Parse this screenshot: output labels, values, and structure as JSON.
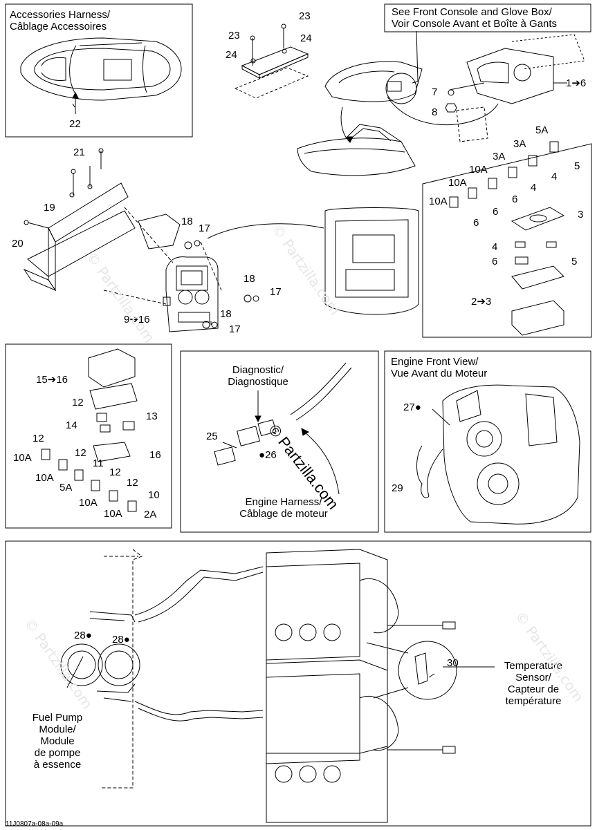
{
  "panels": {
    "accessories": {
      "title_line1": "Accessories Harness/",
      "title_line2": "Câblage Accessoires",
      "callout": "22"
    },
    "console": {
      "title_line1": "See Front Console and Glove Box/",
      "title_line2": "Voir Console Avant et Boîte à Gants"
    },
    "diagnostic": {
      "title_line1": "Diagnostic/",
      "title_line2": "Diagnostique",
      "harness_line1": "Engine Harness/",
      "harness_line2": "Câblage de moteur",
      "watermark": "© Partzilla.com"
    },
    "engine_front": {
      "title_line1": "Engine Front View/",
      "title_line2": "Vue Avant du Moteur"
    },
    "bottom": {
      "fuel_pump_lines": [
        "Fuel Pump",
        "Module/",
        "Module",
        "de pompe",
        "à essence"
      ],
      "temp_lines": [
        "Temperature",
        "Sensor/",
        "Capteur de",
        "température"
      ]
    }
  },
  "callouts": {
    "c23a": "23",
    "c24a": "24",
    "c23b": "23",
    "c24b": "24",
    "c7": "7",
    "c8": "8",
    "c1to6": "1➔6",
    "c21": "21",
    "c19": "19",
    "c20": "20",
    "c18a": "18",
    "c17a": "17",
    "c18b": "18",
    "c17b": "17",
    "c18c": "18",
    "c17c": "17",
    "c9to16": "9➔16",
    "r5A": "5A",
    "r5": "5",
    "r3A": "3A",
    "r4a": "4",
    "r10Aa": "10A",
    "r6a": "6",
    "r3Ab": "3A",
    "r4b": "4",
    "r10Ab": "10A",
    "r6b": "6",
    "r10Ac": "10A",
    "r6c": "6",
    "r3": "3",
    "r4c": "4",
    "r5b": "5",
    "r6d": "6",
    "r2to3": "2➔3",
    "l15to16": "15➔16",
    "l12a": "12",
    "l14": "14",
    "l13": "13",
    "l12b": "12",
    "l10Aa": "10A",
    "l12c": "12",
    "l16": "16",
    "l10Ab": "10A",
    "l11": "11",
    "l5A": "5A",
    "l12d": "12",
    "l10Ac": "10A",
    "l12e": "12",
    "l10Ad": "10A",
    "l10": "10",
    "l2A": "2A",
    "c25": "25",
    "c26": "26",
    "c27": "27",
    "c29": "29",
    "c28a": "28",
    "c28b": "28",
    "c30": "30"
  },
  "footer": {
    "code": "11J0807a-08a-09a"
  },
  "watermarks": [
    "© Partzilla.com",
    "© Partzilla.com",
    "© Partzilla.com",
    "© Partzilla.com"
  ],
  "colors": {
    "line": "#000000",
    "watermark": "#e6e6e6"
  }
}
